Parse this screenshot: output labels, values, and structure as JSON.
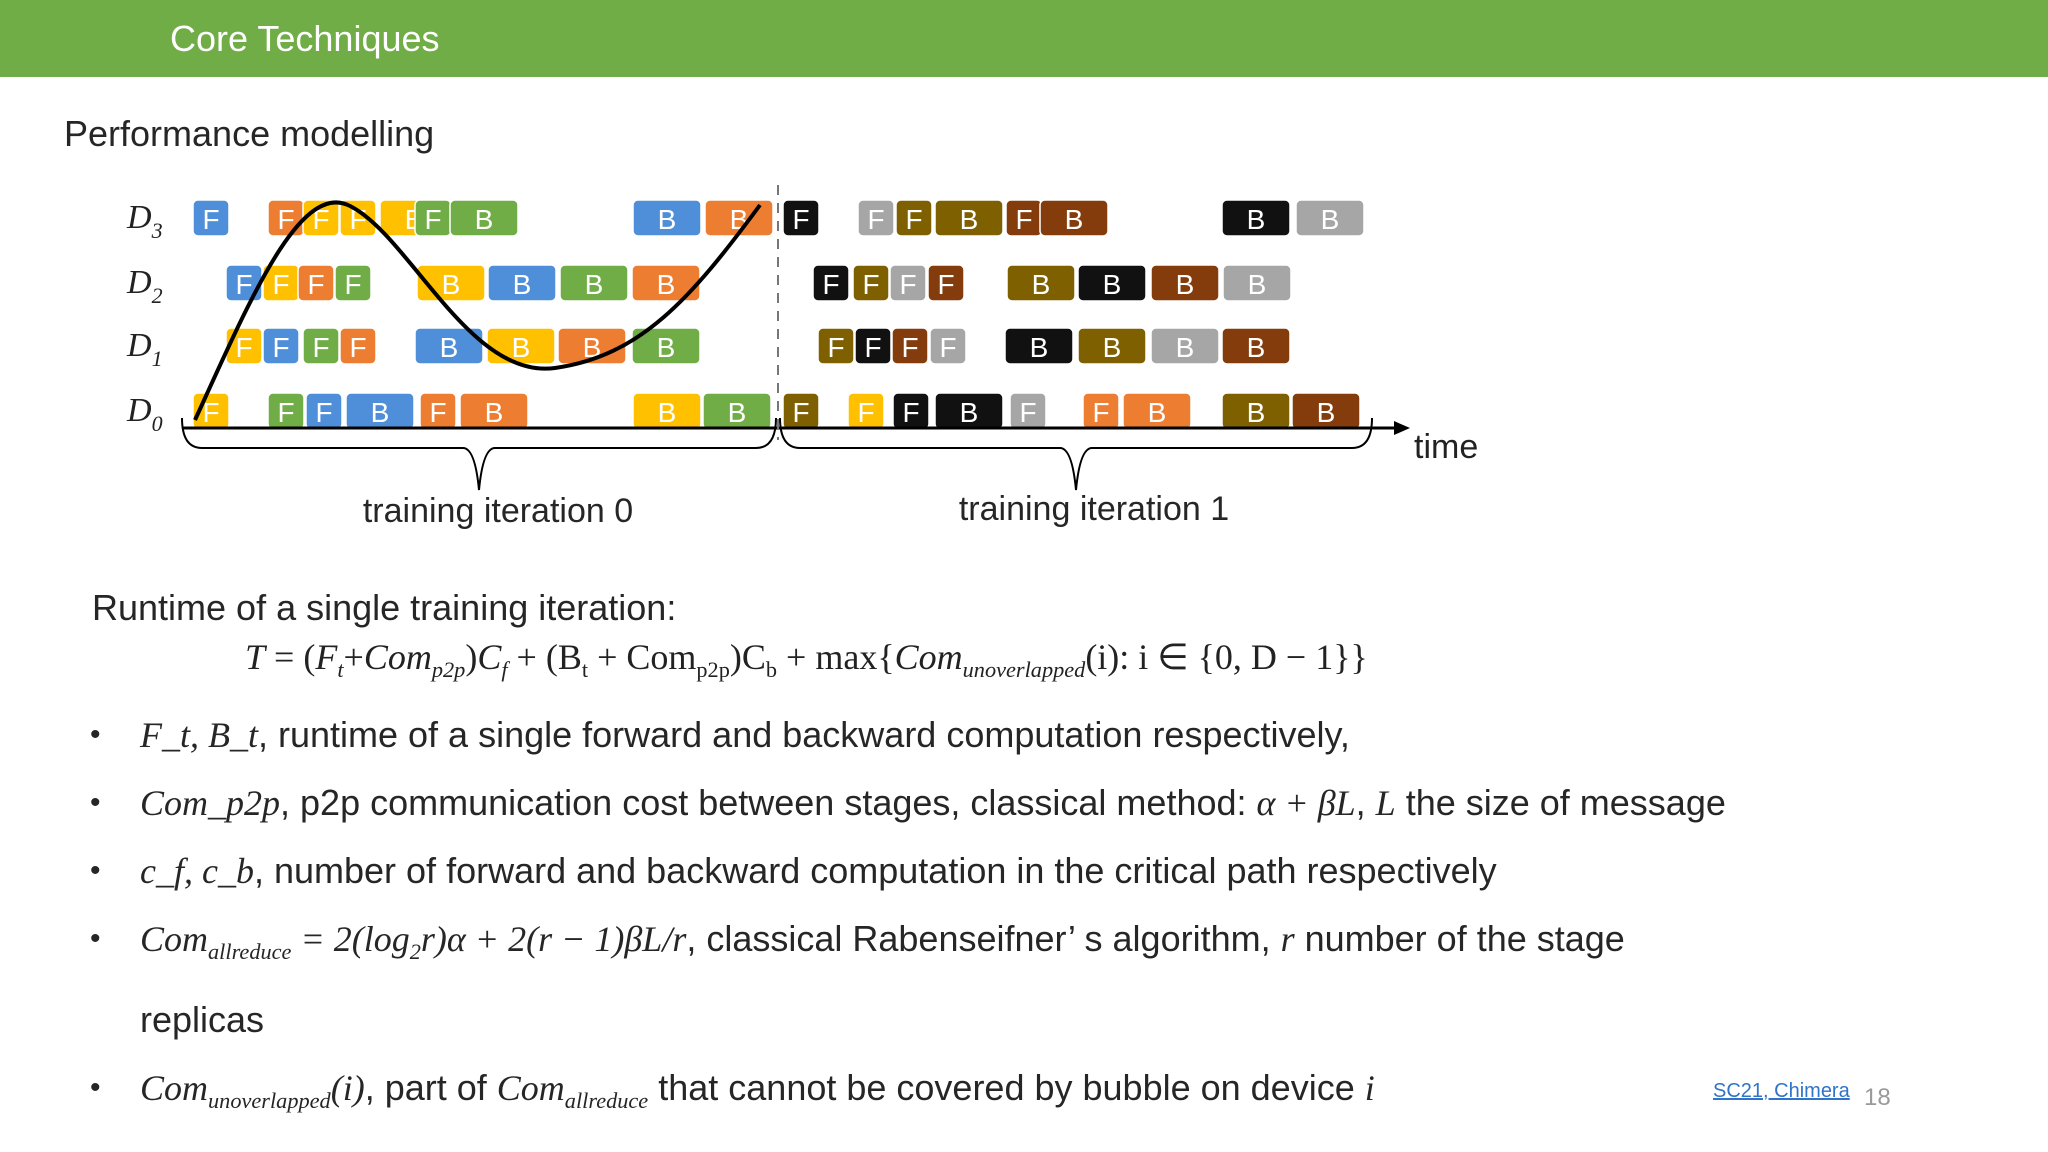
{
  "header": {
    "title": "Core Techniques"
  },
  "subtitle": "Performance modelling",
  "diagram": {
    "devices": [
      "D3",
      "D2",
      "D1",
      "D0"
    ],
    "axis_label": "time",
    "iterations": [
      "training iteration 0",
      "training iteration 1"
    ],
    "colors": {
      "blue": "#4f8fd9",
      "orange": "#ed7d31",
      "yellow": "#ffc000",
      "green": "#70ad47",
      "black": "#111111",
      "gray": "#a6a6a6",
      "olive": "#7f6000",
      "brown": "#843c0c"
    },
    "rows": [
      {
        "device": "D3",
        "blocks": [
          {
            "label": "F",
            "color": "blue"
          },
          {
            "label": "F",
            "color": "orange"
          },
          {
            "label": "F",
            "color": "yellow"
          },
          {
            "label": "F",
            "color": "yellow"
          },
          {
            "label": "B",
            "color": "yellow"
          },
          {
            "label": "F",
            "color": "green"
          },
          {
            "label": "B",
            "color": "green"
          },
          {
            "label": "B",
            "color": "blue"
          },
          {
            "label": "B",
            "color": "orange"
          },
          {
            "label": "F",
            "color": "black"
          },
          {
            "label": "F",
            "color": "gray"
          },
          {
            "label": "F",
            "color": "olive"
          },
          {
            "label": "B",
            "color": "olive"
          },
          {
            "label": "F",
            "color": "brown"
          },
          {
            "label": "B",
            "color": "brown"
          },
          {
            "label": "B",
            "color": "black"
          },
          {
            "label": "B",
            "color": "gray"
          }
        ]
      },
      {
        "device": "D2",
        "blocks": [
          {
            "label": "F",
            "color": "blue"
          },
          {
            "label": "F",
            "color": "yellow"
          },
          {
            "label": "F",
            "color": "orange"
          },
          {
            "label": "F",
            "color": "green"
          },
          {
            "label": "B",
            "color": "yellow"
          },
          {
            "label": "B",
            "color": "blue"
          },
          {
            "label": "B",
            "color": "green"
          },
          {
            "label": "B",
            "color": "orange"
          },
          {
            "label": "F",
            "color": "black"
          },
          {
            "label": "F",
            "color": "olive"
          },
          {
            "label": "F",
            "color": "gray"
          },
          {
            "label": "F",
            "color": "brown"
          },
          {
            "label": "B",
            "color": "olive"
          },
          {
            "label": "B",
            "color": "black"
          },
          {
            "label": "B",
            "color": "brown"
          },
          {
            "label": "B",
            "color": "gray"
          }
        ]
      },
      {
        "device": "D1",
        "blocks": [
          {
            "label": "F",
            "color": "yellow"
          },
          {
            "label": "F",
            "color": "blue"
          },
          {
            "label": "F",
            "color": "green"
          },
          {
            "label": "F",
            "color": "orange"
          },
          {
            "label": "B",
            "color": "blue"
          },
          {
            "label": "B",
            "color": "yellow"
          },
          {
            "label": "B",
            "color": "orange"
          },
          {
            "label": "B",
            "color": "green"
          },
          {
            "label": "F",
            "color": "olive"
          },
          {
            "label": "F",
            "color": "black"
          },
          {
            "label": "F",
            "color": "brown"
          },
          {
            "label": "F",
            "color": "gray"
          },
          {
            "label": "B",
            "color": "black"
          },
          {
            "label": "B",
            "color": "olive"
          },
          {
            "label": "B",
            "color": "gray"
          },
          {
            "label": "B",
            "color": "brown"
          }
        ]
      },
      {
        "device": "D0",
        "blocks": [
          {
            "label": "F",
            "color": "yellow"
          },
          {
            "label": "F",
            "color": "green"
          },
          {
            "label": "F",
            "color": "blue"
          },
          {
            "label": "B",
            "color": "blue"
          },
          {
            "label": "F",
            "color": "orange"
          },
          {
            "label": "B",
            "color": "orange"
          },
          {
            "label": "B",
            "color": "yellow"
          },
          {
            "label": "B",
            "color": "green"
          },
          {
            "label": "F",
            "color": "olive"
          },
          {
            "label": "F",
            "color": "yellow"
          },
          {
            "label": "F",
            "color": "black"
          },
          {
            "label": "B",
            "color": "black"
          },
          {
            "label": "F",
            "color": "gray"
          },
          {
            "label": "F",
            "color": "orange"
          },
          {
            "label": "B",
            "color": "orange"
          },
          {
            "label": "B",
            "color": "olive"
          },
          {
            "label": "B",
            "color": "brown"
          }
        ]
      }
    ]
  },
  "runtime_label": "Runtime of a single training iteration:",
  "formula": {
    "lhs": "T",
    "f": "F",
    "t": "t",
    "com": "Com",
    "p2p": "p2p",
    "cf_c": "C",
    "cf_f": "f",
    "bt_b": "B",
    "bt_t": "t",
    "com2": "Com",
    "p2p2": "p2p",
    "cb_c": "C",
    "cb_b": "b",
    "max": "max",
    "com3": "Com",
    "unov": "unoverlapped",
    "tail": "(i): i ∈ {0, D − 1}"
  },
  "bullets": [
    {
      "math": "F_t, B_t",
      "text": ", runtime of a single forward and backward computation respectively,"
    },
    {
      "math": "Com_p2p",
      "text": ", p2p communication cost between stages, classical method: ",
      "math2": "α + βL",
      "text2": ", ",
      "math3": "L",
      "text3": " the size of message"
    },
    {
      "math": "c_f, c_b",
      "text": ", number of forward and backward computation in the critical path respectively"
    },
    {
      "math": "Com",
      "math_sub": "allreduce",
      "math_b": " = 2(log",
      "math_b_sub": "2",
      "math_c": "r)α + 2(r − 1)βL/r",
      "text": ", classical Rabenseifner’  s algorithm, ",
      "math2": "r",
      "text2": " number of the stage",
      "text_cont": "replicas"
    },
    {
      "math": "Com",
      "math_sub": "unoverlapped",
      "math_b": "(i)",
      "text": ", part of ",
      "math2": "Com",
      "math2_sub": "allreduce",
      "text2": " that cannot be covered by bubble on device ",
      "math3": "i"
    }
  ],
  "reference": "SC21, Chimera",
  "page_number": "18"
}
